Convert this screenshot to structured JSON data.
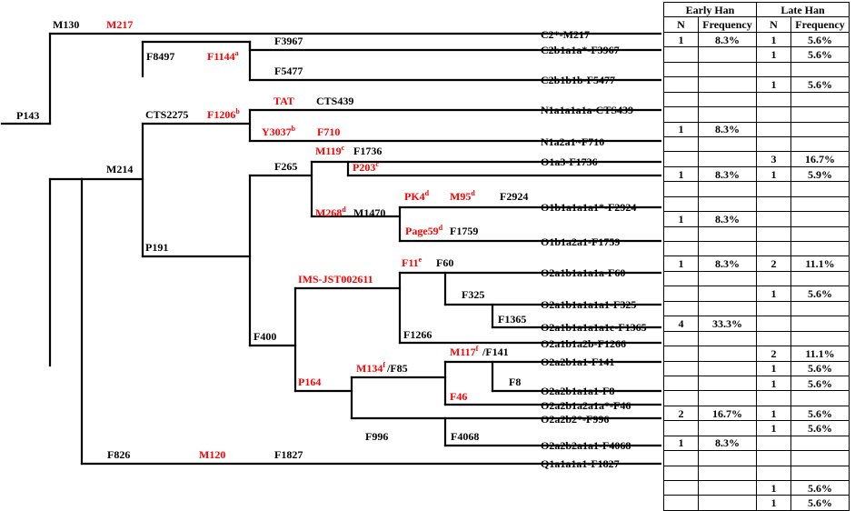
{
  "tree": {
    "line_color": "#000000",
    "marker_color": "#ff0000",
    "markers": {
      "p143": "P143",
      "m130": "M130",
      "m217": "M217",
      "f8497": "F8497",
      "f3967": "F3967",
      "f1144": "F1144",
      "f1144_sup": "a",
      "f5477": "F5477",
      "m214": "M214",
      "cts2275": "CTS2275",
      "f1206": "F1206",
      "f1206_sup": "b",
      "tat": "TAT",
      "cts439": "CTS439",
      "y3037": "Y3037",
      "y3037_sup": "b",
      "f710": "F710",
      "p191": "P191",
      "f265": "F265",
      "m119": "M119",
      "m119_sup": "c",
      "f1736": "F1736",
      "p203": "P203",
      "p203_sup": "c",
      "m268": "M268",
      "m268_sup": "d",
      "m1470": "M1470",
      "pk4": "PK4",
      "pk4_sup": "d",
      "m95": "M95",
      "m95_sup": "d",
      "f2924": "F2924",
      "page59": "Page59",
      "page59_sup": "d",
      "f1759": "F1759",
      "f400": "F400",
      "ims": "IMS-JST002611",
      "f11": "F11",
      "f11_sup": "e",
      "f60": "F60",
      "f325": "F325",
      "f1365": "F1365",
      "f1266": "F1266",
      "p164": "P164",
      "m134": "M134",
      "m134_sup": "f",
      "f85": "/F85",
      "m117": "M117",
      "m117_sup": "f",
      "f141": "/F141",
      "f8": "F8",
      "f46": "F46",
      "f996": "F996",
      "f4068": "F4068",
      "f826": "F826",
      "m120": "M120",
      "f1827": "F1827"
    },
    "leaves": [
      "C2*-M217",
      "C2b1a1a*-F3967",
      "C2b1b1b-F5477",
      "N1a1a1a1a-CTS439",
      "N1a2a1~F710",
      "O1a3-F1736",
      "O1b1a1a1a1*-F2924",
      "O1b1a2a1-F1759",
      "O2a1b1a1a1a-F60",
      "O2a1b1a1a1a1-F325",
      "O2a1b1a1a1a1e-F1365",
      "O2a1b1a2b-F1266",
      "O2a2b1a1-F141",
      "O2a2b1a1a1-F8",
      "O2a2b1a2a1a*-F46",
      "O2a2b2*-F996",
      "O2a2b2a1a1-F4068",
      "Q1a1a1a1-F1827"
    ]
  },
  "table": {
    "early_han": "Early Han",
    "late_han": "Late Han",
    "col_n": "N",
    "col_freq": "Frequency",
    "rows": [
      [
        "1",
        "8.3%",
        "1",
        "5.6%"
      ],
      [
        "",
        "",
        "1",
        "5.6%"
      ],
      [
        "",
        "",
        "",
        ""
      ],
      [
        "",
        "",
        "1",
        "5.6%"
      ],
      [
        "",
        "",
        "",
        ""
      ],
      [
        "",
        "",
        "",
        ""
      ],
      [
        "1",
        "8.3%",
        "",
        ""
      ],
      [
        "",
        "",
        "",
        ""
      ],
      [
        "",
        "",
        "3",
        "16.7%"
      ],
      [
        "1",
        "8.3%",
        "1",
        "5.9%"
      ],
      [
        "",
        "",
        "",
        ""
      ],
      [
        "",
        "",
        "",
        ""
      ],
      [
        "1",
        "8.3%",
        "",
        ""
      ],
      [
        "",
        "",
        "",
        ""
      ],
      [
        "",
        "",
        "",
        ""
      ],
      [
        "1",
        "8.3%",
        "2",
        "11.1%"
      ],
      [
        "",
        "",
        "",
        ""
      ],
      [
        "",
        "",
        "1",
        "5.6%"
      ],
      [
        "",
        "",
        "",
        ""
      ],
      [
        "4",
        "33.3%",
        "",
        ""
      ],
      [
        "",
        "",
        "",
        ""
      ],
      [
        "",
        "",
        "2",
        "11.1%"
      ],
      [
        "",
        "",
        "1",
        "5.6%"
      ],
      [
        "",
        "",
        "1",
        "5.6%"
      ],
      [
        "",
        "",
        "",
        ""
      ],
      [
        "2",
        "16.7%",
        "1",
        "5.6%"
      ],
      [
        "",
        "",
        "1",
        "5.6%"
      ],
      [
        "1",
        "8.3%",
        "",
        ""
      ],
      [
        "",
        "",
        "",
        ""
      ],
      [
        "",
        "",
        "",
        ""
      ],
      [
        "",
        "",
        "1",
        "5.6%"
      ],
      [
        "",
        "",
        "1",
        "5.6%"
      ]
    ]
  }
}
